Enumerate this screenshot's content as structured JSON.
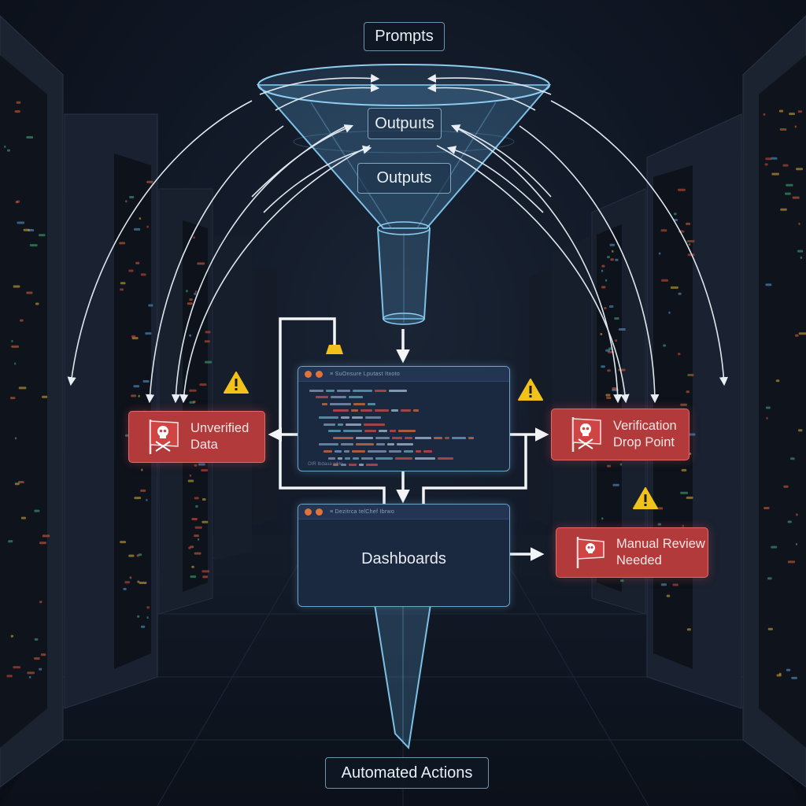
{
  "diagram": {
    "input": {
      "label": "Prompts"
    },
    "funnel_stages": [
      {
        "label": "Outpuıts"
      },
      {
        "label": "Outputs"
      }
    ],
    "code_window": {
      "title": "≡ SuOnsure Lputast Itxoto",
      "footer": "OIR Ibdaua wHo"
    },
    "dashboard_window": {
      "title": "≡ Dezitrca telChef Ibrwo",
      "label": "Dashboards"
    },
    "output": {
      "label": "Automated Actions"
    },
    "alerts": [
      {
        "id": "unverified",
        "line1": "Unverified",
        "line2": "Data",
        "icon": "skull-flag-icon"
      },
      {
        "id": "verification",
        "line1": "Verification",
        "line2": "Drop Point",
        "icon": "skull-flag-icon"
      },
      {
        "id": "manual",
        "line1": "Manual Review",
        "line2": "Needed",
        "icon": "skull-flag-icon"
      }
    ],
    "warning_icon": "warning-triangle-icon",
    "colors": {
      "alert_fill": "#b23a3a",
      "alert_border": "#e06a6a",
      "funnel_stroke": "#7cc0e6",
      "warning": "#f2c21b",
      "connector": "#f2f4f6",
      "accent_dot": "#e0733a"
    }
  }
}
